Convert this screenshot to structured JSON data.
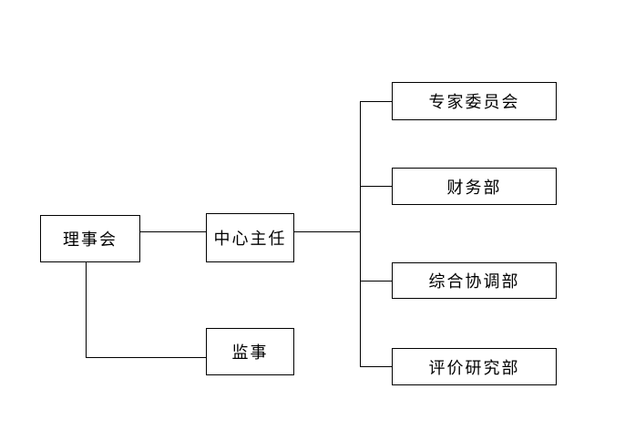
{
  "diagram": {
    "type": "org-chart",
    "background": "#ffffff",
    "line_color": "#000000",
    "text_color": "#000000",
    "nodes": [
      {
        "id": "board-of-directors",
        "label": "理事会"
      },
      {
        "id": "center-director",
        "label": "中心主任"
      },
      {
        "id": "supervisor",
        "label": "监事"
      },
      {
        "id": "expert-committee",
        "label": "专家委员会"
      },
      {
        "id": "finance-department",
        "label": "财务部"
      },
      {
        "id": "general-coordination-department",
        "label": "综合协调部"
      },
      {
        "id": "evaluation-research-department",
        "label": "评价研究部"
      }
    ],
    "edges": [
      {
        "from": "理事会",
        "to": "中心主任"
      },
      {
        "from": "理事会",
        "to": "监事"
      },
      {
        "from": "中心主任",
        "to": "专家委员会"
      },
      {
        "from": "中心主任",
        "to": "财务部"
      },
      {
        "from": "中心主任",
        "to": "综合协调部"
      },
      {
        "from": "中心主任",
        "to": "评价研究部"
      }
    ]
  }
}
